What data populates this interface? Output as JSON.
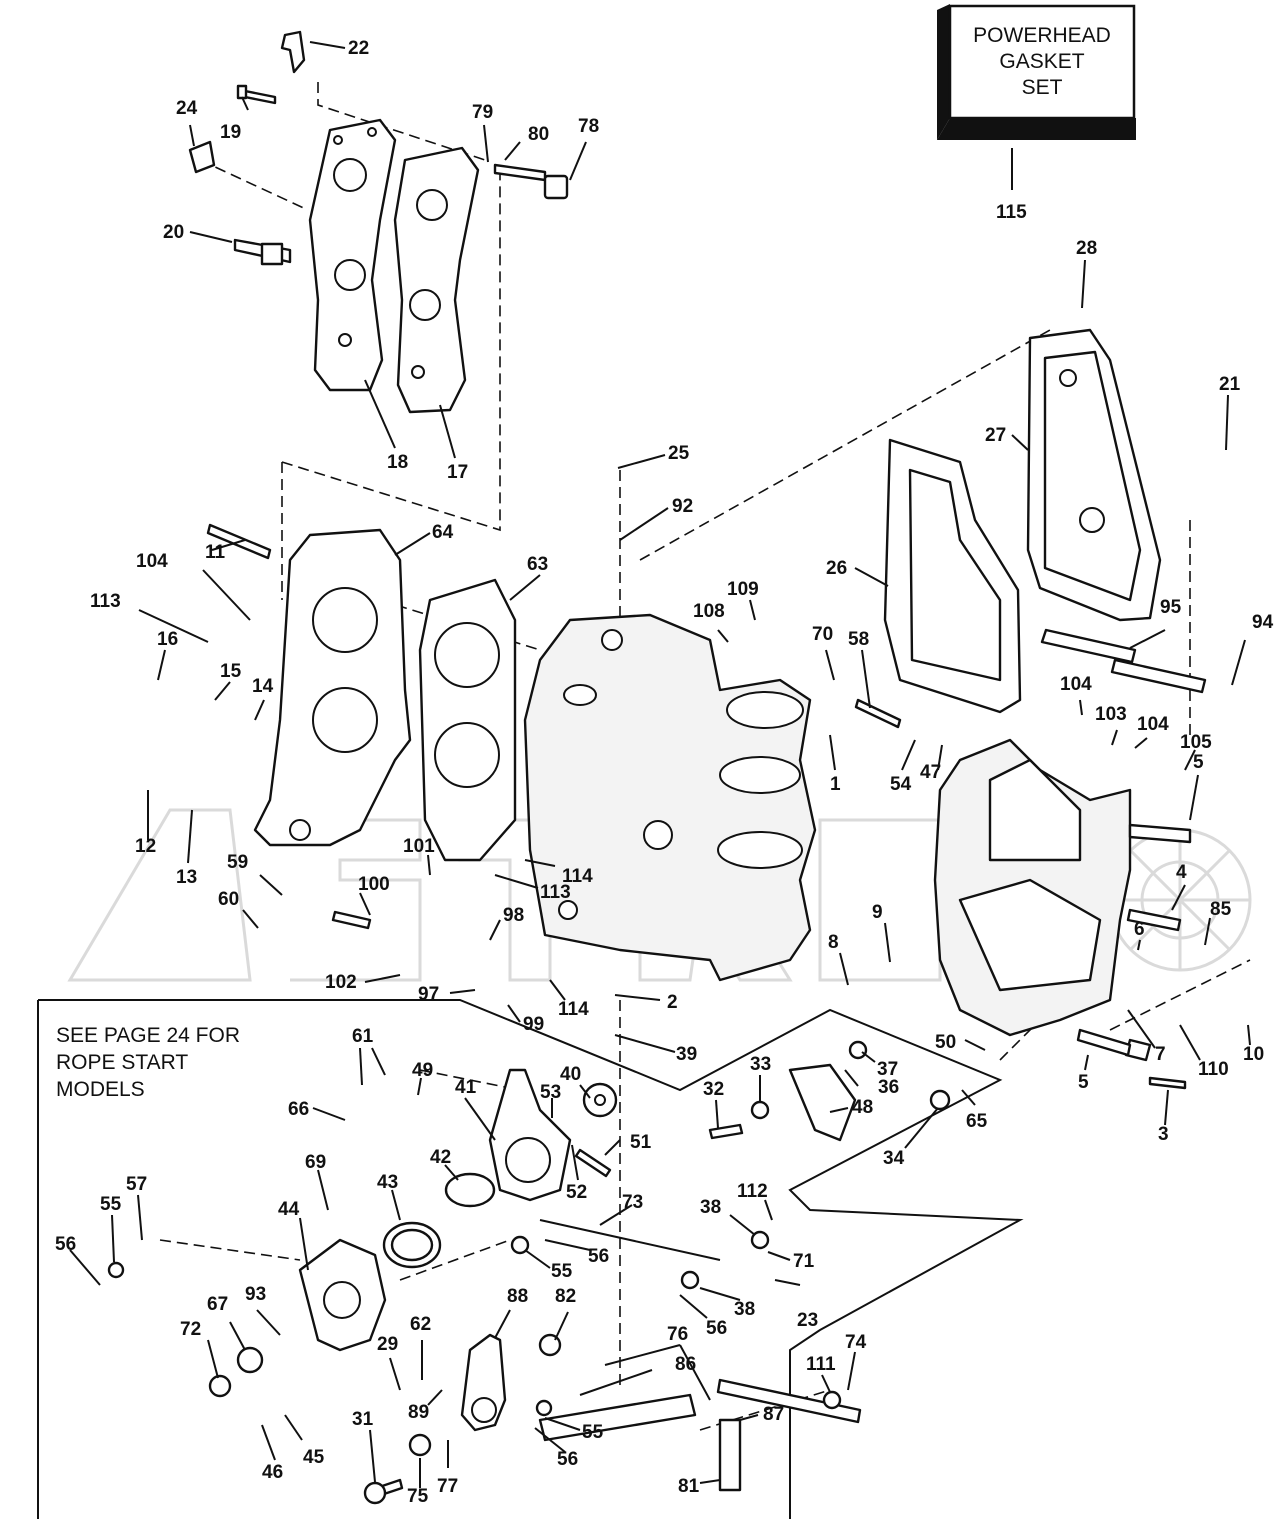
{
  "diagram": {
    "kit_box": {
      "lines": [
        "POWERHEAD",
        "GASKET",
        "SET"
      ],
      "ref": "115"
    },
    "note": {
      "lines": [
        "SEE PAGE 24 FOR",
        "ROPE START",
        "MODELS"
      ]
    },
    "watermark_text": "ASTROBOA",
    "callouts": [
      {
        "id": "c22",
        "text": "22"
      },
      {
        "id": "c24",
        "text": "24"
      },
      {
        "id": "c19",
        "text": "19"
      },
      {
        "id": "c79",
        "text": "79"
      },
      {
        "id": "c80",
        "text": "80"
      },
      {
        "id": "c78",
        "text": "78"
      },
      {
        "id": "c20",
        "text": "20"
      },
      {
        "id": "c18",
        "text": "18"
      },
      {
        "id": "c17",
        "text": "17"
      },
      {
        "id": "c28",
        "text": "28"
      },
      {
        "id": "c21",
        "text": "21"
      },
      {
        "id": "c27",
        "text": "27"
      },
      {
        "id": "c25",
        "text": "25"
      },
      {
        "id": "c92",
        "text": "92"
      },
      {
        "id": "c26",
        "text": "26"
      },
      {
        "id": "c64",
        "text": "64"
      },
      {
        "id": "c63",
        "text": "63"
      },
      {
        "id": "c104a",
        "text": "104"
      },
      {
        "id": "c11",
        "text": "11"
      },
      {
        "id": "c113a",
        "text": "113"
      },
      {
        "id": "c16",
        "text": "16"
      },
      {
        "id": "c15",
        "text": "15"
      },
      {
        "id": "c14",
        "text": "14"
      },
      {
        "id": "c12",
        "text": "12"
      },
      {
        "id": "c13",
        "text": "13"
      },
      {
        "id": "c108",
        "text": "108"
      },
      {
        "id": "c109",
        "text": "109"
      },
      {
        "id": "c70",
        "text": "70"
      },
      {
        "id": "c58",
        "text": "58"
      },
      {
        "id": "c95",
        "text": "95"
      },
      {
        "id": "c94",
        "text": "94"
      },
      {
        "id": "c104b",
        "text": "104"
      },
      {
        "id": "c103",
        "text": "103"
      },
      {
        "id": "c104c",
        "text": "104"
      },
      {
        "id": "c105",
        "text": "105"
      },
      {
        "id": "c54",
        "text": "54"
      },
      {
        "id": "c47",
        "text": "47"
      },
      {
        "id": "c1",
        "text": "1"
      },
      {
        "id": "c5a",
        "text": "5"
      },
      {
        "id": "c59",
        "text": "59"
      },
      {
        "id": "c101",
        "text": "101"
      },
      {
        "id": "c100",
        "text": "100"
      },
      {
        "id": "c113b",
        "text": "113"
      },
      {
        "id": "c114a",
        "text": "114"
      },
      {
        "id": "c60",
        "text": "60"
      },
      {
        "id": "c98",
        "text": "98"
      },
      {
        "id": "c102",
        "text": "102"
      },
      {
        "id": "c97",
        "text": "97"
      },
      {
        "id": "c99",
        "text": "99"
      },
      {
        "id": "c114b",
        "text": "114"
      },
      {
        "id": "c2",
        "text": "2"
      },
      {
        "id": "c4",
        "text": "4"
      },
      {
        "id": "c85",
        "text": "85"
      },
      {
        "id": "c6",
        "text": "6"
      },
      {
        "id": "c9",
        "text": "9"
      },
      {
        "id": "c8",
        "text": "8"
      },
      {
        "id": "c39",
        "text": "39"
      },
      {
        "id": "c50",
        "text": "50"
      },
      {
        "id": "c7",
        "text": "7"
      },
      {
        "id": "c110",
        "text": "110"
      },
      {
        "id": "c10",
        "text": "10"
      },
      {
        "id": "c5b",
        "text": "5"
      },
      {
        "id": "c3",
        "text": "3"
      },
      {
        "id": "c61",
        "text": "61"
      },
      {
        "id": "c49",
        "text": "49"
      },
      {
        "id": "c41",
        "text": "41"
      },
      {
        "id": "c53",
        "text": "53"
      },
      {
        "id": "c40",
        "text": "40"
      },
      {
        "id": "c33",
        "text": "33"
      },
      {
        "id": "c37",
        "text": "37"
      },
      {
        "id": "c36",
        "text": "36"
      },
      {
        "id": "c32",
        "text": "32"
      },
      {
        "id": "c48",
        "text": "48"
      },
      {
        "id": "c65",
        "text": "65"
      },
      {
        "id": "c34",
        "text": "34"
      },
      {
        "id": "c66",
        "text": "66"
      },
      {
        "id": "c51",
        "text": "51"
      },
      {
        "id": "c52",
        "text": "52"
      },
      {
        "id": "c69",
        "text": "69"
      },
      {
        "id": "c42",
        "text": "42"
      },
      {
        "id": "c43",
        "text": "43"
      },
      {
        "id": "c73",
        "text": "73"
      },
      {
        "id": "c112",
        "text": "112"
      },
      {
        "id": "c38a",
        "text": "38"
      },
      {
        "id": "c71",
        "text": "71"
      },
      {
        "id": "c56a",
        "text": "56"
      },
      {
        "id": "c55a",
        "text": "55"
      },
      {
        "id": "c57",
        "text": "57"
      },
      {
        "id": "c44",
        "text": "44"
      },
      {
        "id": "c56b",
        "text": "56"
      },
      {
        "id": "c55b",
        "text": "55"
      },
      {
        "id": "c38b",
        "text": "38"
      },
      {
        "id": "c23",
        "text": "23"
      },
      {
        "id": "c56c",
        "text": "56"
      },
      {
        "id": "c93",
        "text": "93"
      },
      {
        "id": "c67",
        "text": "67"
      },
      {
        "id": "c88",
        "text": "88"
      },
      {
        "id": "c82",
        "text": "82"
      },
      {
        "id": "c76",
        "text": "76"
      },
      {
        "id": "c72",
        "text": "72"
      },
      {
        "id": "c62",
        "text": "62"
      },
      {
        "id": "c29",
        "text": "29"
      },
      {
        "id": "c86",
        "text": "86"
      },
      {
        "id": "c74",
        "text": "74"
      },
      {
        "id": "c111",
        "text": "111"
      },
      {
        "id": "c89",
        "text": "89"
      },
      {
        "id": "c87",
        "text": "87"
      },
      {
        "id": "c31",
        "text": "31"
      },
      {
        "id": "c45",
        "text": "45"
      },
      {
        "id": "c46",
        "text": "46"
      },
      {
        "id": "c55c",
        "text": "55"
      },
      {
        "id": "c56d",
        "text": "56"
      },
      {
        "id": "c77",
        "text": "77"
      },
      {
        "id": "c75",
        "text": "75"
      },
      {
        "id": "c81",
        "text": "81"
      }
    ]
  }
}
